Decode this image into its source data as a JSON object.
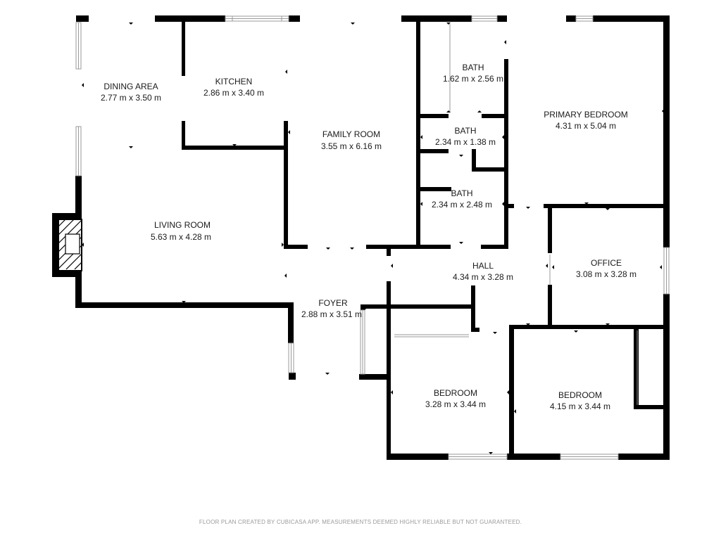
{
  "rooms": [
    {
      "name": "DINING AREA",
      "dims": "2.77 m x 3.50 m"
    },
    {
      "name": "KITCHEN",
      "dims": "2.86 m x 3.40 m"
    },
    {
      "name": "FAMILY ROOM",
      "dims": "3.55 m x 6.16 m"
    },
    {
      "name": "BATH",
      "dims": "1.62 m x 2.56 m"
    },
    {
      "name": "BATH",
      "dims": "2.34 m x 1.38 m"
    },
    {
      "name": "BATH",
      "dims": "2.34 m x 2.48 m"
    },
    {
      "name": "PRIMARY BEDROOM",
      "dims": "4.31 m x 5.04 m"
    },
    {
      "name": "LIVING ROOM",
      "dims": "5.63 m x 4.28 m"
    },
    {
      "name": "HALL",
      "dims": "4.34 m x 3.28 m"
    },
    {
      "name": "OFFICE",
      "dims": "3.08 m x 3.28 m"
    },
    {
      "name": "FOYER",
      "dims": "2.88 m x 3.51 m"
    },
    {
      "name": "BEDROOM",
      "dims": "3.28 m x 3.44 m"
    },
    {
      "name": "BEDROOM",
      "dims": "4.15 m x 3.44 m"
    }
  ],
  "footer": "FLOOR PLAN CREATED BY CUBICASA APP. MEASUREMENTS DEEMED HIGHLY RELIABLE BUT NOT GUARANTEED."
}
